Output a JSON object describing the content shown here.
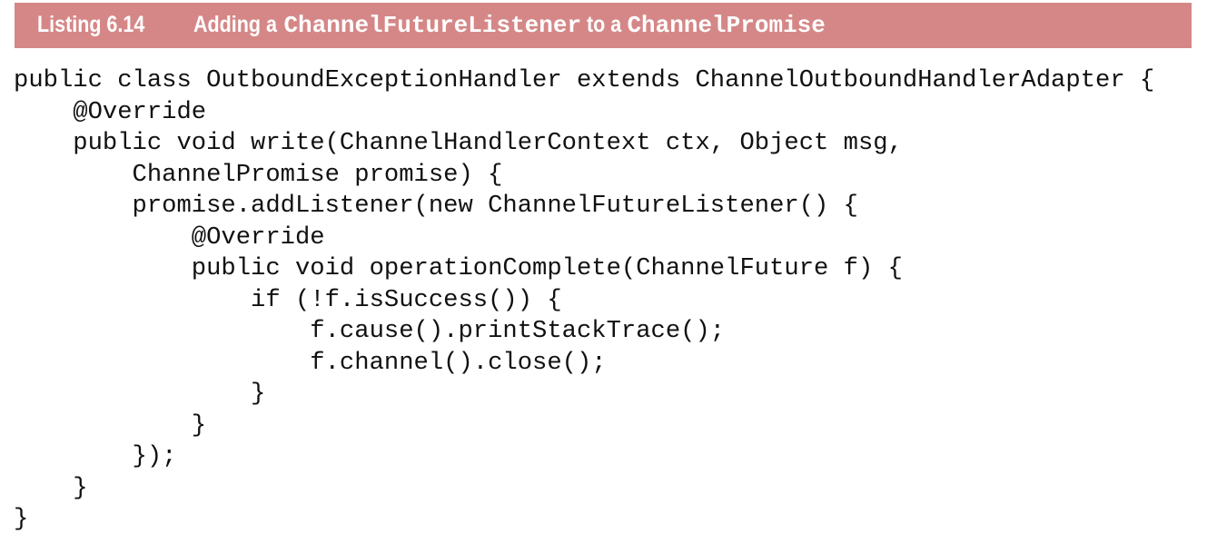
{
  "listing": {
    "label": "Listing 6.14",
    "title_parts": [
      {
        "text": "Adding a ",
        "style": "sans"
      },
      {
        "text": "ChannelFutureListener",
        "style": "mono"
      },
      {
        "text": " to a ",
        "style": "sans"
      },
      {
        "text": "ChannelPromise",
        "style": "mono"
      }
    ],
    "header_color": "#d58787"
  },
  "code": {
    "language": "java",
    "lines": [
      "public class OutboundExceptionHandler extends ChannelOutboundHandlerAdapter {",
      "    @Override",
      "    public void write(ChannelHandlerContext ctx, Object msg,",
      "        ChannelPromise promise) {",
      "        promise.addListener(new ChannelFutureListener() {",
      "            @Override",
      "            public void operationComplete(ChannelFuture f) {",
      "                if (!f.isSuccess()) {",
      "                    f.cause().printStackTrace();",
      "                    f.channel().close();",
      "                }",
      "            }",
      "        });",
      "    }",
      "}"
    ]
  }
}
